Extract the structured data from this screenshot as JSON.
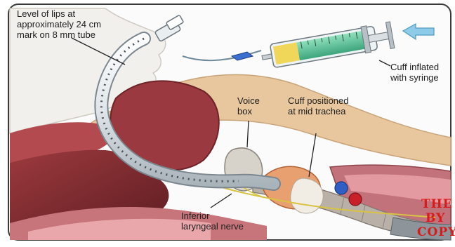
{
  "labels": {
    "lip_level": "Level of lips at\napproximately 24 cm\nmark on 8 mm tube",
    "cuff_inflated": "Cuff inflated\nwith syringe",
    "voice_box": "Voice\nbox",
    "cuff_position": "Cuff positioned\nat mid trachea",
    "nerve": "Inferior\nlaryngeal nerve"
  },
  "watermark": {
    "line1": "THE",
    "line2": "BY",
    "line3": "COPY"
  },
  "colors": {
    "skin": "#e8c69e",
    "muscle": "#a8434a",
    "cavity": "#7d2a2e",
    "bone": "#f3ead8",
    "tube": "#e7ecef",
    "syringe_fluid": "#58c39a",
    "arrow": "#8ecbe8",
    "watermark": "#d81a1a"
  }
}
